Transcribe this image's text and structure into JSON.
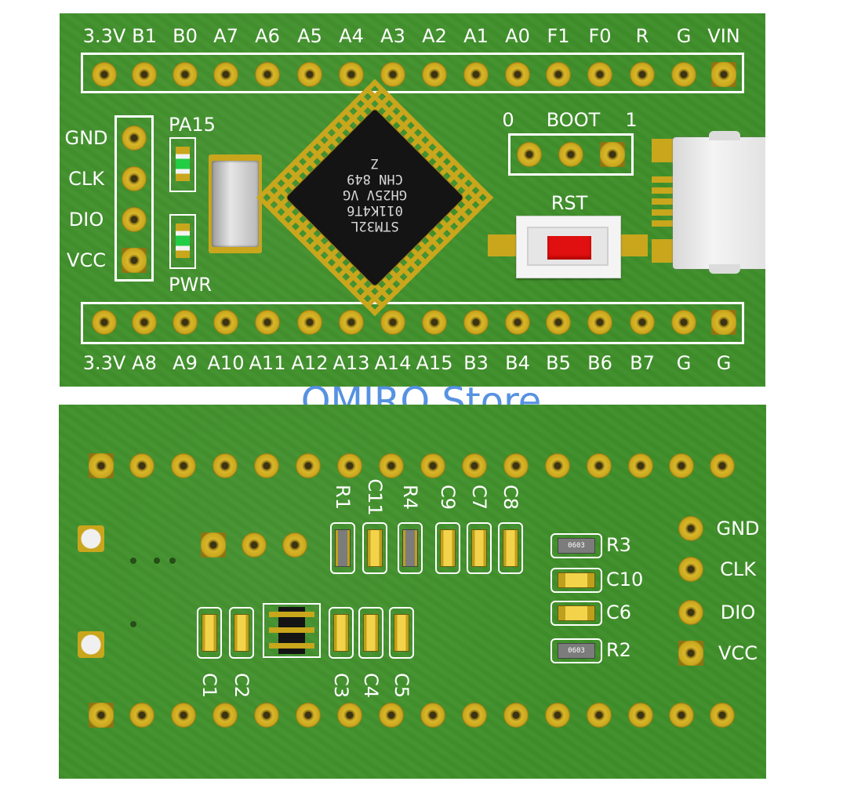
{
  "top": {
    "top_header_labels": [
      "3.3V",
      "B1",
      "B0",
      "A7",
      "A6",
      "A5",
      "A4",
      "A3",
      "A2",
      "A1",
      "A0",
      "F1",
      "F0",
      "R",
      "G",
      "VIN"
    ],
    "bottom_header_labels": [
      "3.3V",
      "A8",
      "A9",
      "A10",
      "A11",
      "A12",
      "A13",
      "A14",
      "A15",
      "B3",
      "B4",
      "B5",
      "B6",
      "B7",
      "G",
      "G"
    ],
    "swd_labels": [
      "GND",
      "CLK",
      "DIO",
      "VCC"
    ],
    "led_labels": {
      "pa15": "PA15",
      "pwr": "PWR"
    },
    "boot": {
      "zero": "0",
      "label": "BOOT",
      "one": "1"
    },
    "reset_label": "RST",
    "chip_lines": [
      "STM32L",
      "011K4T6",
      "GH25V VG",
      "CHN 849",
      "Z"
    ]
  },
  "watermark": "OMIRO Store",
  "bottom": {
    "swd_labels": [
      "GND",
      "CLK",
      "DIO",
      "VCC"
    ],
    "component_labels": {
      "r1": "R1",
      "c11": "C11",
      "r4": "R4",
      "c9": "C9",
      "c7": "C7",
      "c8": "C8",
      "r3": "R3",
      "c10": "C10",
      "c6": "C6",
      "r2": "R2",
      "c1": "C1",
      "c2": "C2",
      "c3": "C3",
      "c4": "C4",
      "c5": "C5"
    },
    "resistor_code": "0603"
  },
  "colors": {
    "pcb": "#3f8f2a",
    "silk": "#ffffff",
    "gold": "#c9a61c",
    "watermark": "#4d8de0",
    "led": "#22cc44",
    "button": "#e01010"
  }
}
